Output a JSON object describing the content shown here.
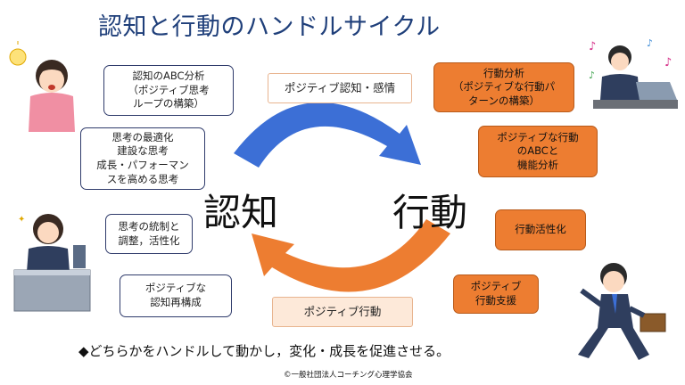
{
  "title": "認知と行動のハンドルサイクル",
  "center": {
    "cognition": "認知",
    "behavior": "行動"
  },
  "top_label": "ポジティブ認知・感情",
  "bottom_label": "ポジティブ行動",
  "left_boxes": [
    "認知のABC分析\n（ポジティブ思考\nループの構築）",
    "思考の最適化\n建設な思考\n成長・パフォーマン\nスを高める思考",
    "思考の統制と\n調整，活性化",
    "ポジティブな\n認知再構成"
  ],
  "right_boxes": [
    "行動分析\n（ポジティブな行動パ\nターンの構築）",
    "ポジティブな行動\nのABCと\n機能分析",
    "行動活性化",
    "ポジティブ\n行動支援"
  ],
  "footer": "◆どちらかをハンドルして動かし，変化・成長を促進させる。",
  "copyright": "©一般社団法人コーチング心理学協会",
  "colors": {
    "title": "#1f3f7a",
    "arrow_blue": "#3c6fd6",
    "arrow_orange": "#ed7d31",
    "orange_box": "#ed7d31"
  }
}
